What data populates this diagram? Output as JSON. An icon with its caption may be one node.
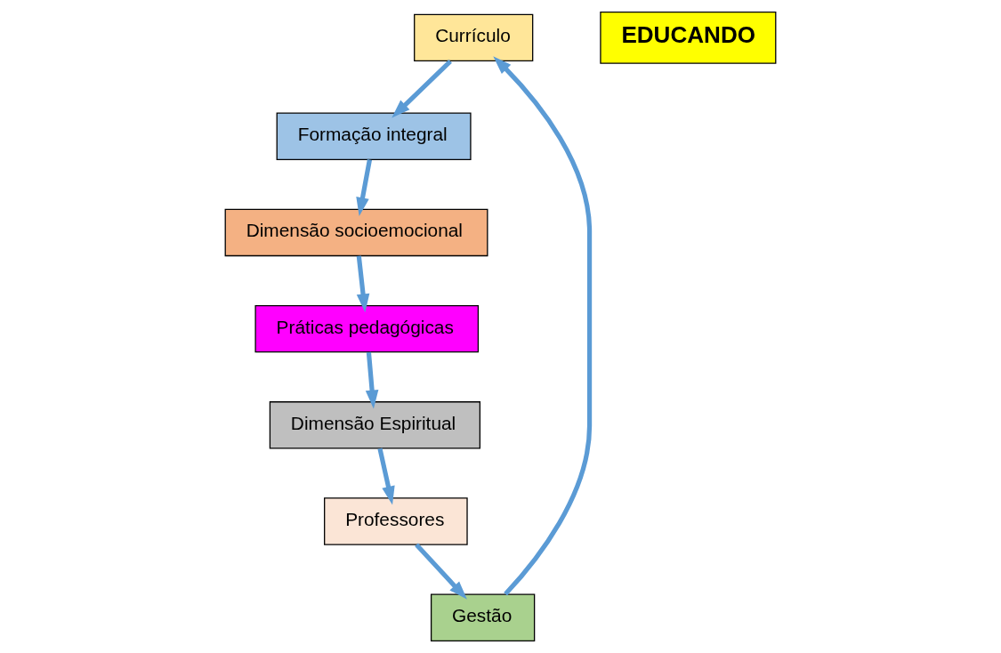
{
  "diagram": {
    "nodes": [
      {
        "text": [
          "Currículo"
        ]
      },
      {
        "text": [
          "Formação integral"
        ]
      },
      {
        "text": [
          "Dimensão socioemocional"
        ]
      },
      {
        "text": [
          "Práticas pedagógicas"
        ]
      },
      {
        "text": [
          "Dimensão Espiritual"
        ]
      },
      {
        "text": [
          "Professores"
        ]
      },
      {
        "text": [
          "Gestão"
        ]
      },
      {
        "text": [
          "EDUCANDO"
        ]
      }
    ],
    "edges": [
      {
        "from": 6,
        "to": 0,
        "arrow": "to"
      },
      {
        "from": 0,
        "to": 1,
        "arrow": "to"
      },
      {
        "from": 1,
        "to": 2,
        "arrow": "to"
      },
      {
        "from": 2,
        "to": 3,
        "arrow": "to"
      },
      {
        "from": 3,
        "to": 4,
        "arrow": "to"
      },
      {
        "from": 4,
        "to": 5,
        "arrow": "to"
      },
      {
        "from": 5,
        "to": 6,
        "arrow": "to"
      }
    ]
  }
}
